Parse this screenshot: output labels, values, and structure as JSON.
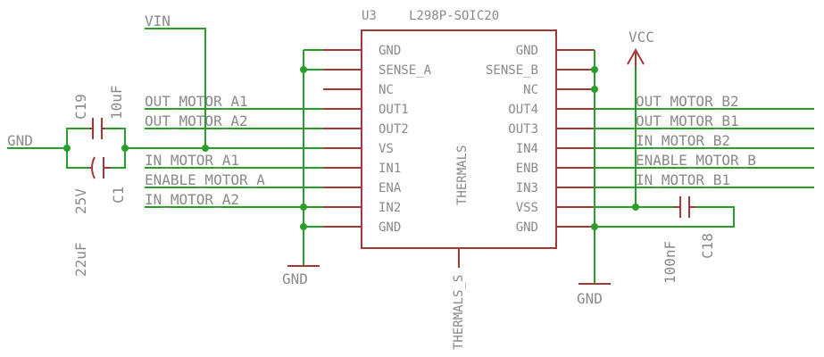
{
  "ic": {
    "ref": "U3",
    "part": "L298P-SOIC20",
    "left_pins": [
      "GND",
      "SENSE_A",
      "NC",
      "OUT1",
      "OUT2",
      "VS",
      "IN1",
      "ENA",
      "IN2",
      "GND"
    ],
    "right_pins": [
      "GND",
      "SENSE_B",
      "NC",
      "OUT4",
      "OUT3",
      "IN4",
      "ENB",
      "IN3",
      "VSS",
      "GND"
    ],
    "center_label": "THERMALS",
    "bottom_pin_label": "THERMALS_S"
  },
  "nets_left": {
    "out_motor_a1": "OUT_MOTOR_A1",
    "out_motor_a2": "OUT_MOTOR_A2",
    "in_motor_a1": "IN_MOTOR_A1",
    "enable_motor_a": "ENABLE_MOTOR_A",
    "in_motor_a2": "IN_MOTOR_A2"
  },
  "nets_right": {
    "out_motor_b2": "OUT_MOTOR_B2",
    "out_motor_b1": "OUT_MOTOR_B1",
    "in_motor_b2": "IN_MOTOR_B2",
    "enable_motor_b": "ENABLE_MOTOR_B",
    "in_motor_b1": "IN_MOTOR_B1"
  },
  "power": {
    "vin": "VIN",
    "vcc": "VCC",
    "gnd_left_edge": "GND",
    "gnd_bottom_left": "GND",
    "gnd_bottom_right": "GND"
  },
  "caps": {
    "c19_ref": "C19",
    "c19_value": "10uF",
    "c1_ref": "C1",
    "c1_voltage": "25V",
    "c1_value": "22uF",
    "c18_ref": "C18",
    "c18_value": "100nF"
  }
}
